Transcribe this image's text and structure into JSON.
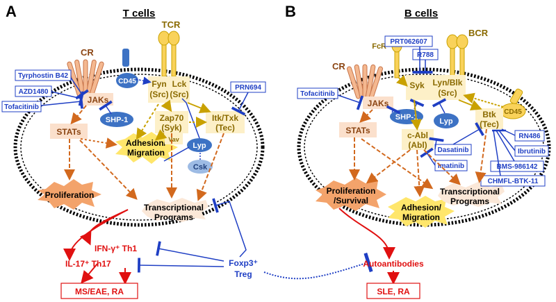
{
  "panels": {
    "a": {
      "letter": "A",
      "title": "T cells",
      "receptors": {
        "cr": "CR",
        "tcr": "TCR",
        "cd45": "CD45"
      },
      "kinases": {
        "fyn": [
          "Fyn",
          "(Src)"
        ],
        "lck": [
          "Lck",
          "(Src)"
        ],
        "jaks": "JAKs",
        "zap70": [
          "Zap70",
          "(Syk)"
        ],
        "itk": [
          "Itk/Txk",
          "(Tec)"
        ]
      },
      "molecules": {
        "shp1": "SHP-1",
        "lyp": "Lyp",
        "csk": "Csk",
        "vav": "Vav"
      },
      "nodes": {
        "stats": "STATs",
        "adhesion": [
          "Adhesion/",
          "Migration"
        ],
        "proliferation": "Proliferation",
        "transcriptional": [
          "Transcriptional",
          "Programs"
        ]
      },
      "inhibitors": [
        "Tyrphostin B42",
        "AZD1480",
        "Tofacitinib",
        "PRN694"
      ],
      "outputs": {
        "ifn": "IFN-γ⁺ Th1",
        "il17": "IL-17⁺ Th17",
        "disease": "MS/EAE, RA"
      },
      "foxp3": [
        "Foxp3⁺",
        "Treg"
      ]
    },
    "b": {
      "letter": "B",
      "title": "B cells",
      "receptors": {
        "cr": "CR",
        "fcr": "FcR",
        "bcr": "BCR",
        "cd45": "CD45"
      },
      "kinases": {
        "jaks": "JAKs",
        "syk": "Syk",
        "lyn": [
          "Lyn/Blk",
          "(Src)"
        ],
        "btk": [
          "Btk",
          "(Tec)"
        ],
        "cabl": [
          "c-Abl",
          "(Abl)"
        ]
      },
      "molecules": {
        "shp1": "SHP-1",
        "lyp": "Lyp"
      },
      "nodes": {
        "stats": "STATs",
        "proliferation": [
          "Proliferation",
          "/Survival"
        ],
        "adhesion": [
          "Adhesion/",
          "Migration"
        ],
        "transcriptional": [
          "Transcriptional",
          "Programs"
        ]
      },
      "inhibitors": [
        "PRT062607",
        "R788",
        "Tofacitinib",
        "Dasatinib",
        "Imatinib",
        "RN486",
        "Ibrutinib",
        "BMS-986142",
        "CHMFL-BTK-11"
      ],
      "outputs": {
        "autoantibodies": "Autoantibodies",
        "disease": "SLE, RA"
      }
    }
  },
  "colors": {
    "kinase_fill": "#fdf0c8",
    "kinase_text": "#8a6a00",
    "receptor_cr": "#f4b890",
    "receptor_tcr": "#f9d25a",
    "blue": "#1f3fc4",
    "blue_fill": "#3d72c4",
    "red": "#e01010",
    "orange_arrow": "#d2691e",
    "star_adhesion": "#ffe66b",
    "star_prolif": "#f3a36b"
  }
}
